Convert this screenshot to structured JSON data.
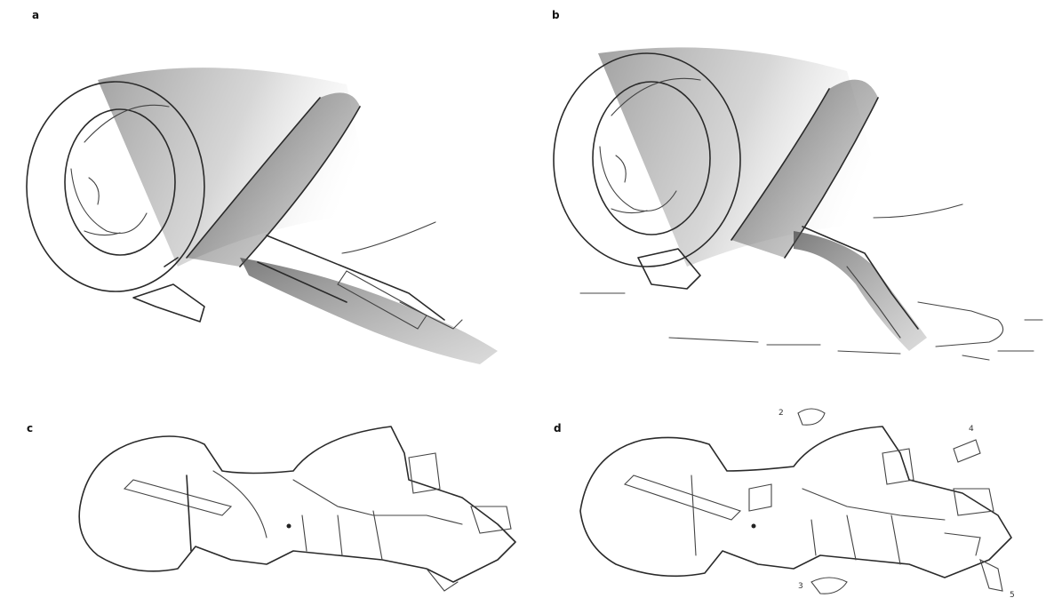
{
  "figure": {
    "panels": [
      {
        "label": "a"
      },
      {
        "label": "b"
      },
      {
        "label": "c"
      },
      {
        "label": "d"
      }
    ],
    "part_markers": [
      "2",
      "4",
      "3",
      "5"
    ]
  }
}
